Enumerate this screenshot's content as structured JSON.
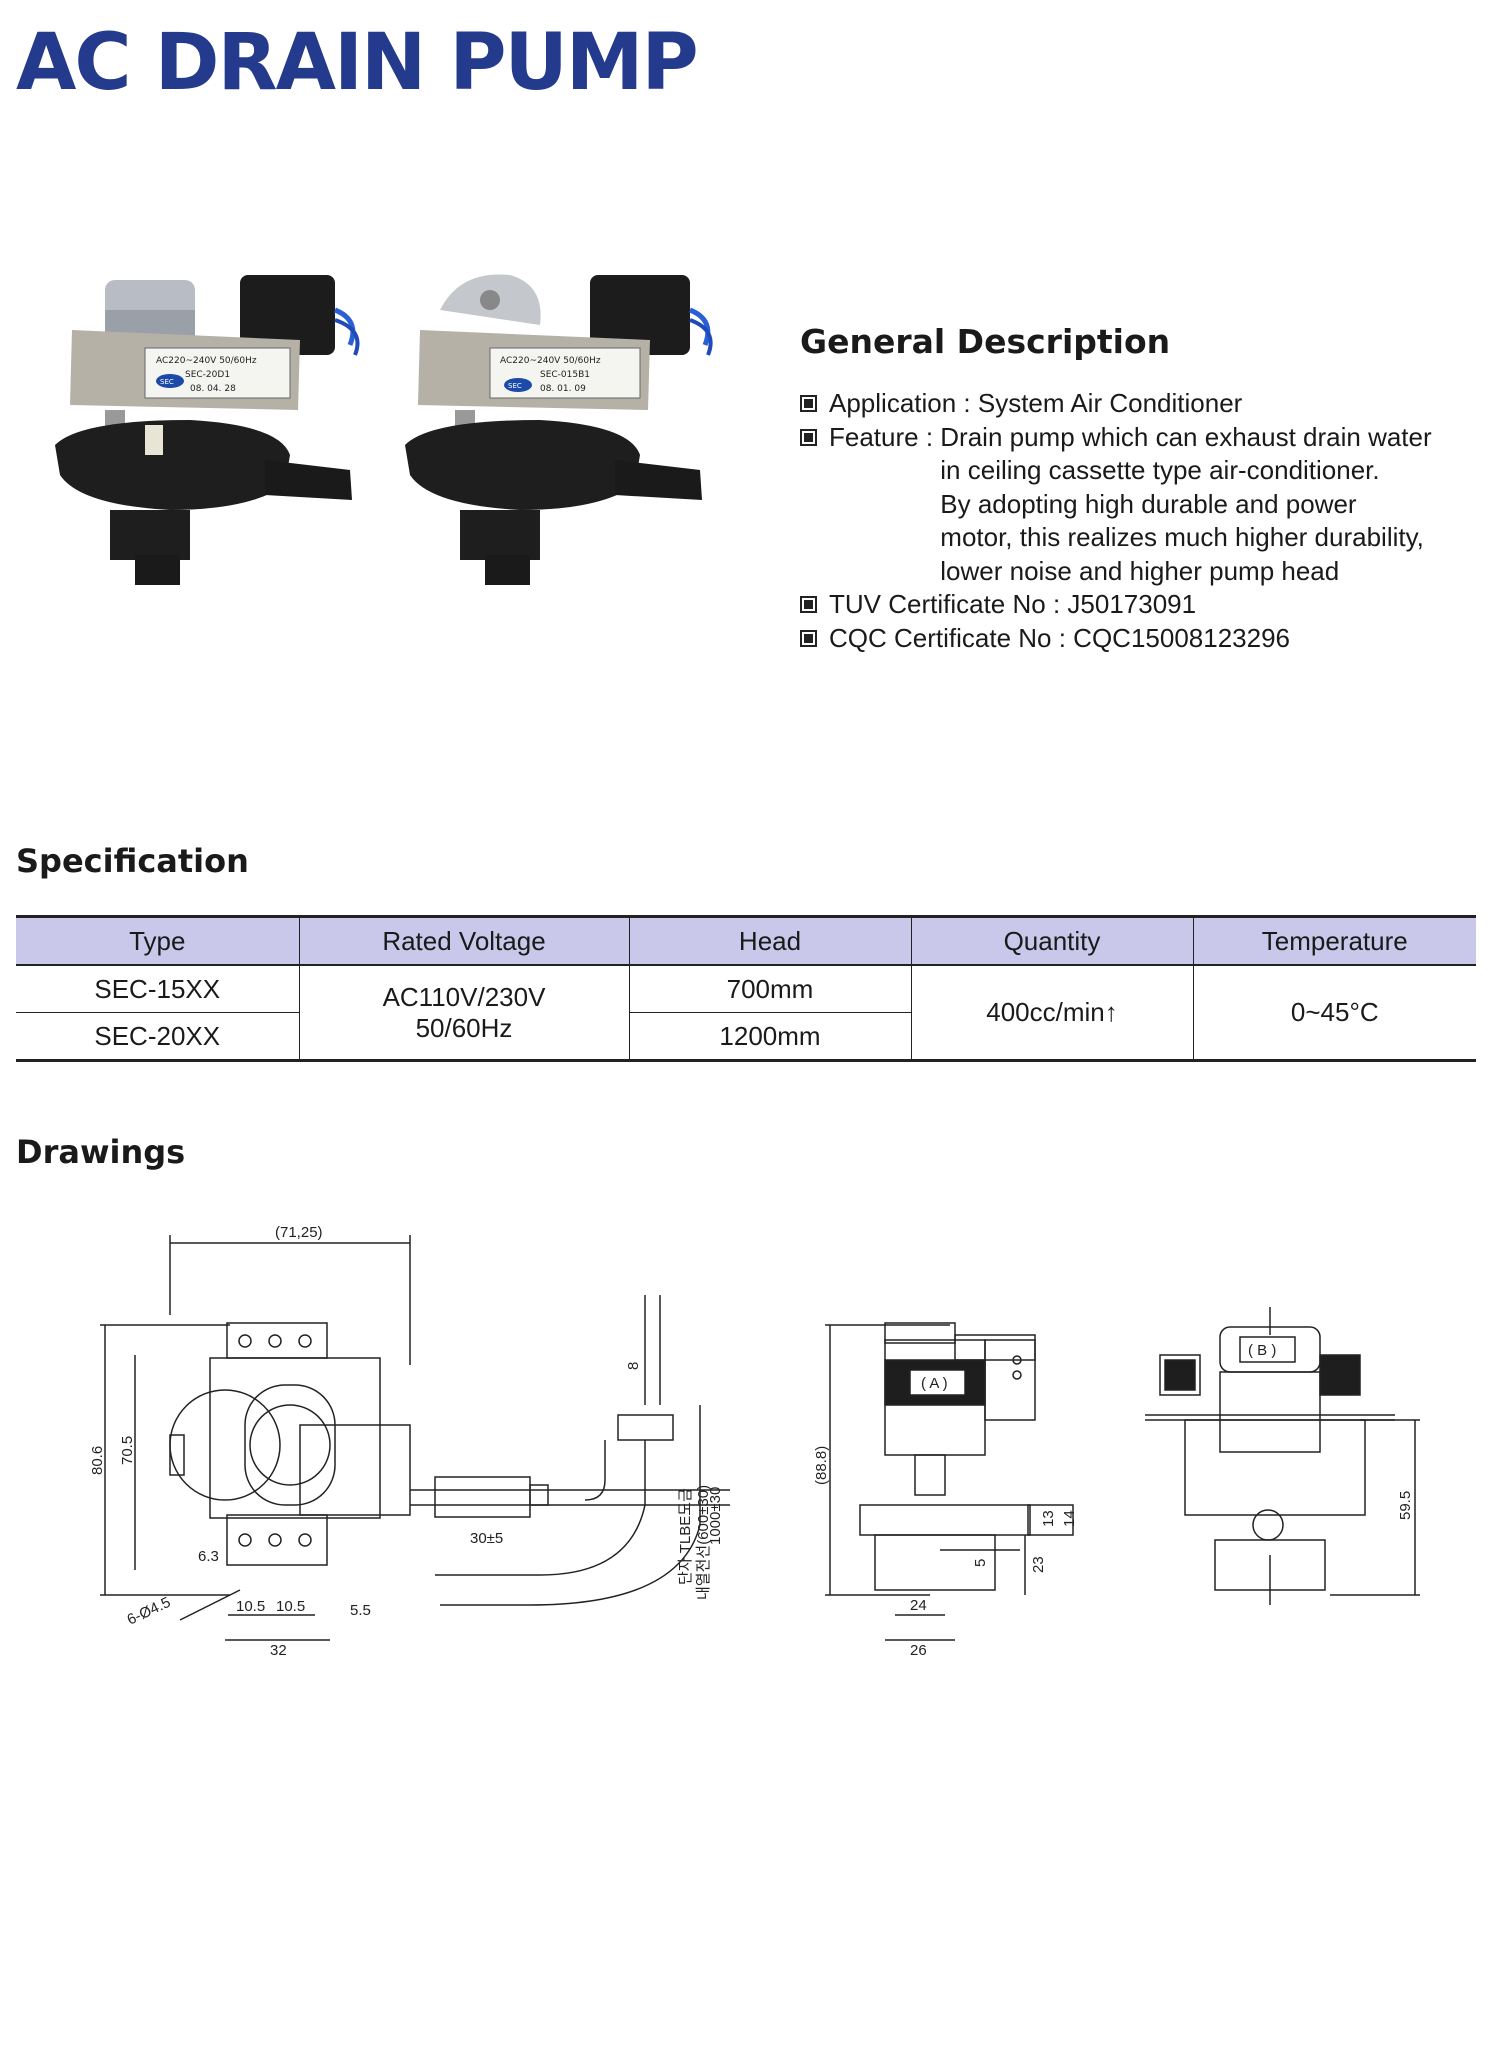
{
  "title": "AC DRAIN PUMP",
  "products": [
    {
      "label_line1": "AC220~240V 50/60Hz",
      "label_line2": "SEC-20D1",
      "label_date": "08. 04. 28",
      "logo_text": "SEC"
    },
    {
      "label_line1": "AC220~240V 50/60Hz",
      "label_line2": "SEC-015B1",
      "label_date": "08. 01. 09",
      "logo_text": "SEC"
    }
  ],
  "general_description": {
    "heading": "General Description",
    "application": "Application : System Air Conditioner",
    "feature_label": "Feature : ",
    "feature_text": "Drain pump which can exhaust drain water\nin ceiling cassette type air-conditioner.\nBy adopting high durable and power\nmotor, this realizes much higher durability,\nlower noise and higher pump head",
    "tuv": "TUV Certificate No : J50173091",
    "cqc": "CQC Certificate No : CQC15008123296"
  },
  "specification": {
    "heading": "Specification",
    "headers": [
      "Type",
      "Rated Voltage",
      "Head",
      "Quantity",
      "Temperature"
    ],
    "rows": [
      {
        "type": "SEC-15XX",
        "head": "700mm"
      },
      {
        "type": "SEC-20XX",
        "head": "1200mm"
      }
    ],
    "rated_voltage_line1": "AC110V/230V",
    "rated_voltage_line2": "50/60Hz",
    "quantity": "400cc/min↑",
    "temperature": "0~45°C"
  },
  "drawings": {
    "heading": "Drawings",
    "dims_front": {
      "top_width": "(71,25)",
      "height_outer": "80.6",
      "height_inner": "70.5",
      "offset": "6.3",
      "holes": "6-Ø4.5",
      "pitch_a": "10.5",
      "pitch_b": "10.5",
      "edge": "5.5",
      "width": "32",
      "wire_lead": "8",
      "wire_length": "1000±30",
      "tube_length": "30±5",
      "wire_spec_1": "단자 TLBE도금",
      "wire_spec_2": "내열전선(600±30)"
    },
    "dims_side": {
      "label_a": "( A )",
      "height": "(88.8)",
      "outlet_a": "13",
      "outlet_b": "14",
      "base_offset": "5",
      "base_height": "23",
      "inner_width": "24",
      "outer_width": "26"
    },
    "dims_rear": {
      "label_b": "( B )",
      "height": "59.5"
    }
  }
}
